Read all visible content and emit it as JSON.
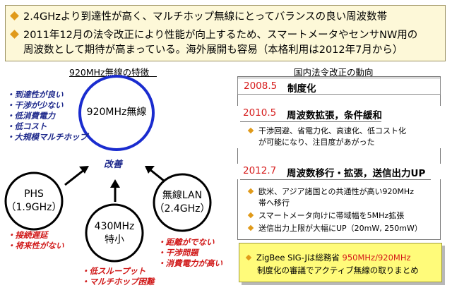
{
  "top": {
    "line1": "2.4GHzより到達性が高く、マルチホップ無線にとってバランスの良い周波数帯",
    "line2a": "2011年12月の法令改正により性能が向上するため、スマートメータやセンサNW用の",
    "line2b": "周波数として期待が高まっている。海外展開も容易（本格利用は2012年7月から）"
  },
  "left": {
    "title": "920MHz無線の特徴",
    "main_circle": "920MHz無線",
    "features": [
      "・到達性が良い",
      "・干渉が少ない",
      "・低消費電力",
      "・低コスト",
      "・大規模マルチホップ"
    ],
    "improve": "改善",
    "phs": {
      "line1": "PHS",
      "line2": "（1.9GHz）",
      "issues": [
        "・接続遅延",
        "・将来性がない"
      ]
    },
    "mhz430": {
      "line1": "430MHz",
      "line2": "特小",
      "issues": [
        "・低スループット",
        "・マルチホップ困難"
      ]
    },
    "wlan": {
      "line1": "無線LAN",
      "line2": "（2.4GHz）",
      "issues": [
        "・距離がでない",
        "・干渉問題",
        "・消費電力が高い"
      ]
    }
  },
  "right": {
    "title": "国内法令改正の動向",
    "steps": [
      {
        "date": "2008.5",
        "title": "制度化",
        "items": []
      },
      {
        "date": "2010.5",
        "title": "周波数拡張，条件緩和",
        "items": [
          "干渉回避、省電力化、高速化、低コスト化",
          "が可能になり、注目度があがった"
        ]
      },
      {
        "date": "2012.7",
        "title": "周波数移行・拡張，送信出力UP",
        "items": [
          "欧米、アジア諸国との共通性が高い920MHz",
          "帯へ移行",
          "スマートメータ向けに帯域幅を5MHz拡張",
          "送信出力上限が大幅にUP（20mW, 250mW）"
        ]
      }
    ],
    "zigbee": {
      "line1_prefix": "ZigBee SIG-Jは総務省 ",
      "line1_highlight": "950MHz/920MHz",
      "line2": "制度化の審議でアクティブ無線の取りまとめ"
    }
  },
  "colors": {
    "accent_orange": "#e09a1a",
    "red": "#d61a1a",
    "blue": "#1f2a8c",
    "green_arrow": "#4db030",
    "banner_bg": "#fdf8d8",
    "zigbee_bg": "#fffb7a"
  }
}
